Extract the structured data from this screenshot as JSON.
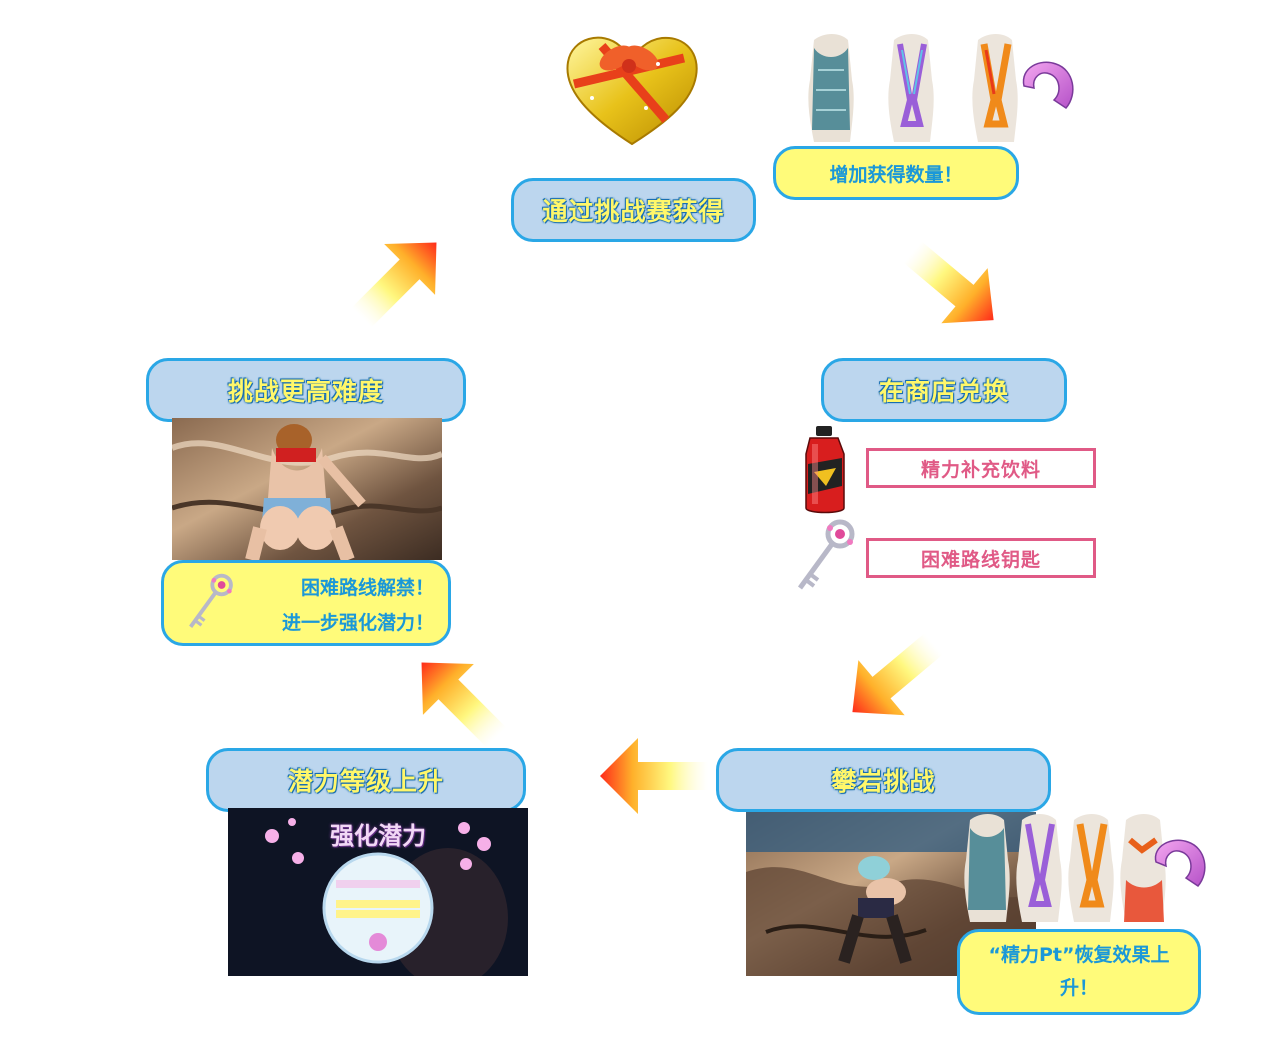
{
  "titles": {
    "obtain": "通过挑战赛获得",
    "shop": "在商店兑换",
    "climb": "攀岩挑战",
    "level_up": "潜力等级上升",
    "higher": "挑战更高难度"
  },
  "notes": {
    "increase": "增加获得数量！",
    "unlock_line1": "困难路线解禁！",
    "unlock_line2": "进一步强化潜力！",
    "recovery": "“精力Pt”恢复效果上升！"
  },
  "shop_items": {
    "drink": "精力补充饮料",
    "key": "困难路线钥匙"
  },
  "potential_screen": {
    "heading": "强化潜力"
  },
  "colors": {
    "pill_fill": "#bcd6ee",
    "pill_border": "#2aa7e6",
    "pill_text": "#fff76a",
    "note_fill": "#fffb7a",
    "note_text": "#1b98d8",
    "shop_border": "#e05a86",
    "arrow_start": "#fff880",
    "arrow_end": "#ff2a1a"
  },
  "icons": [
    "gift-heart-icon",
    "swimsuit-icon",
    "ring-icon",
    "drink-bottle-icon",
    "key-icon",
    "orchid-icon"
  ]
}
